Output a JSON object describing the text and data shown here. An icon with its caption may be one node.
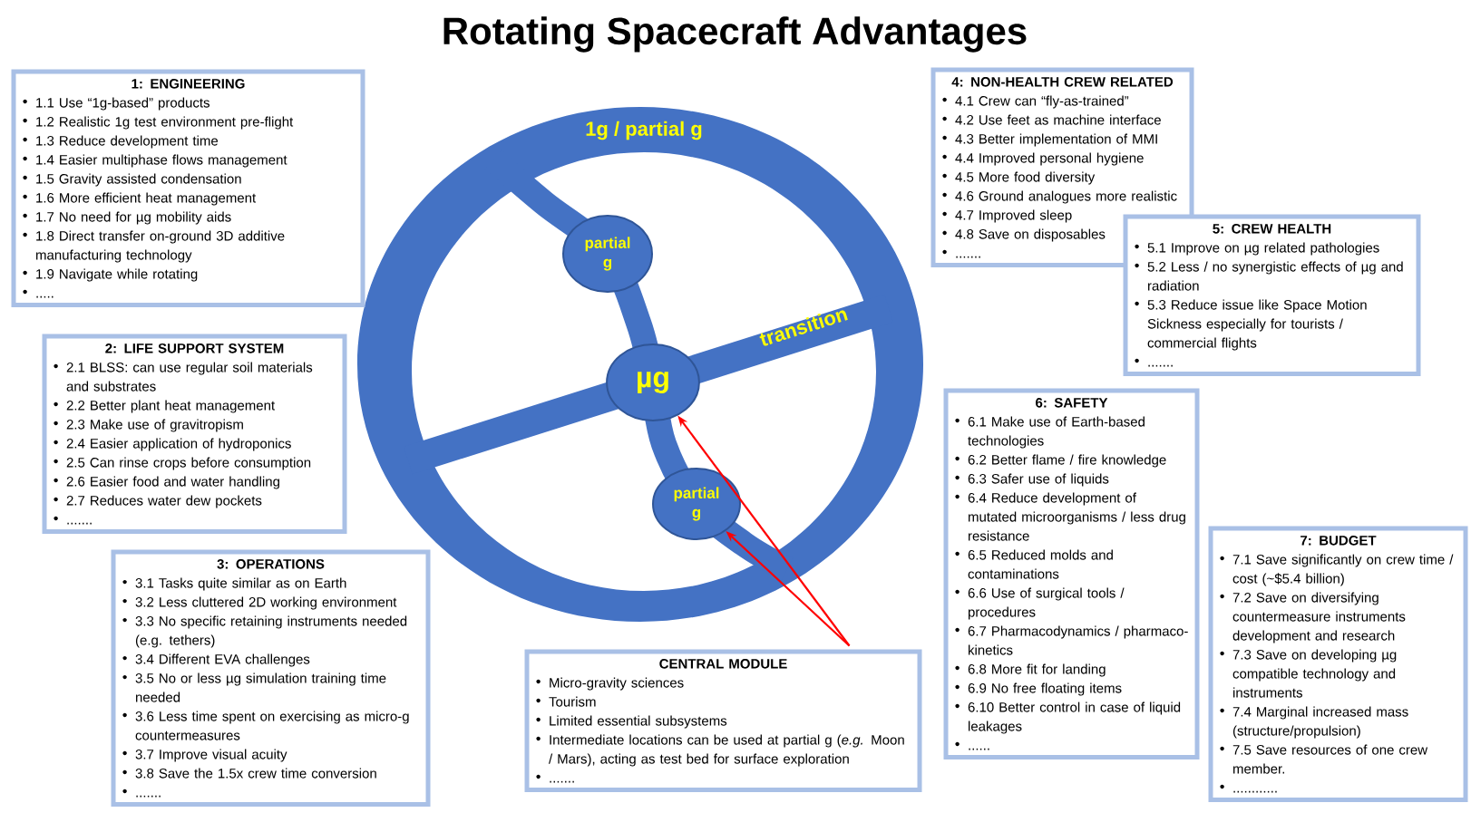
{
  "diagram": {
    "title": "Rotating Spacecraft Advantages",
    "nodes": [
      {
        "text": [
          "1: ENGINEERING",
          "1.1 Use “1g-based” products",
          "1.2 Realistic 1g test environment pre-flight",
          "1.3 Reduce development time",
          "1.4 Easier multiphase flows management",
          "1.5 Gravity assisted condensation",
          "1.6 More efficient heat management",
          "1.7 No need for µg mobility aids",
          "1.8 Direct transfer on-ground 3D additive manufacturing technology",
          "1.9 Navigate while rotating",
          "....."
        ]
      },
      {
        "text": [
          "2: LIFE SUPPORT SYSTEM",
          "2.1 BLSS: can use regular soil materials and substrates",
          "2.2 Better plant heat management",
          "2.3 Make use of gravitropism",
          "2.4 Easier application of hydroponics",
          "2.5 Can rinse crops before consumption",
          "2.6 Easier food and water handling",
          "2.7 Reduces water dew pockets",
          "......."
        ]
      },
      {
        "text": [
          "3: OPERATIONS",
          "3.1 Tasks quite similar as on Earth",
          "3.2 Less cluttered 2D working environment",
          "3.3 No specific retaining instruments needed (e.g. tethers)",
          "3.4 Different EVA challenges",
          "3.5 No or less µg simulation training time needed",
          "3.6 Less time spent on exercising as micro-g countermeasures",
          "3.7 Improve visual acuity",
          "3.8 Save the 1.5x crew time conversion",
          "......."
        ]
      },
      {
        "text": [
          "4: NON-HEALTH CREW RELATED",
          "4.1 Crew can “fly-as-trained”",
          "4.2 Use feet as machine interface",
          "4.3 Better implementation of MMI",
          "4.4 Improved personal hygiene",
          "4.5 More food diversity",
          "4.6 Ground analogues more realistic",
          "4.7 Improved sleep",
          "4.8 Save on disposables",
          "......."
        ]
      },
      {
        "text": [
          "5: CREW HEALTH",
          "5.1 Improve on µg related pathologies",
          "5.2 Less / no synergistic effects of µg and radiation",
          "5.3 Reduce issue like Space Motion Sickness especially for tourists / commercial flights",
          "......."
        ]
      },
      {
        "text": [
          "6: SAFETY",
          "6.1 Make use of Earth-based technologies",
          "6.2 Better flame / fire knowledge",
          "6.3 Safer use of liquids",
          "6.4 Reduce development of mutated microorganisms / less drug resistance",
          "6.5 Reduced molds and contaminations",
          "6.6 Use of surgical tools / procedures",
          "6.7 Pharmacodynamics / pharmaco-kinetics",
          "6.8 More fit for landing",
          "6.9 No free floating items",
          "6.10 Better control in case of liquid leakages",
          "......"
        ]
      },
      {
        "text": [
          "7: BUDGET",
          "7.1 Save significantly on crew time / cost (~$5.4 billion)",
          "7.2 Save on diversifying countermeasure instruments development and research",
          "7.3 Save on developing µg compatible technology and instruments",
          "7.4 Marginal increased mass (structure/propulsion)",
          "7.5 Save resources of one crew member.",
          "............"
        ]
      },
      {
        "text": [
          "CENTRAL MODULE",
          "Micro-gravity sciences",
          "Tourism",
          "Limited essential subsystems",
          "Intermediate locations can be used at partial g (*e.g.* Moon / Mars), acting as test bed for surface exploration",
          "......."
        ]
      },
      {
        "text": [
          "1g / partial g",
          "transition"
        ]
      },
      {
        "text": [
          "partial g"
        ],
        "in": 8
      },
      {
        "text": [
          "µg"
        ],
        "in": 8
      },
      {
        "text": [
          "partial g"
        ],
        "in": 8
      }
    ],
    "edges": [
      {
        "from": 7,
        "to": 10,
        "arrow": "to",
        "color": "#ff0000"
      },
      {
        "from": 7,
        "to": 11,
        "arrow": "to",
        "color": "#ff0000"
      }
    ]
  }
}
